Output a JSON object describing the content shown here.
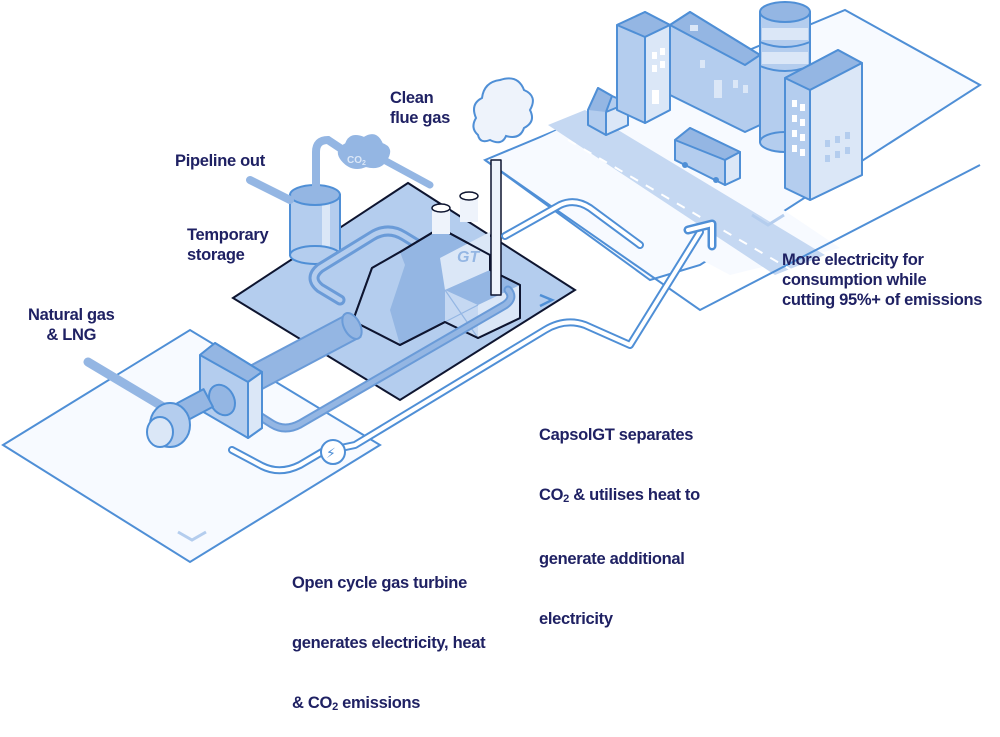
{
  "labels": {
    "clean_flue_gas": [
      "Clean",
      "flue gas"
    ],
    "pipeline_out": [
      "Pipeline out"
    ],
    "temporary_storage": [
      "Temporary",
      "storage"
    ],
    "natural_gas": [
      "Natural gas",
      "& LNG"
    ],
    "more_electricity": [
      "More electricity for",
      "consumption while",
      "cutting 95%+ of emissions"
    ],
    "capsolgt": {
      "line1": "CapsolGT separates",
      "line2_pre": "CO",
      "line2_sub": "2",
      "line2_post": " & utilises heat to",
      "line3": "generate additional",
      "line4": "electricity"
    },
    "open_cycle": {
      "line1": "Open cycle gas turbine",
      "line2": "generates electricity, heat",
      "line3_pre": "& CO",
      "line3_sub": "2",
      "line3_post": " emissions"
    }
  },
  "icons": {
    "co2_cloud_text": "CO",
    "co2_cloud_sub": "2",
    "gt_building_text": "GT",
    "lightning_glyph": "⚡"
  },
  "colors": {
    "text": "#1f2163",
    "line": "#4f8fd6",
    "fill_light": "#dbe7f7",
    "fill_mid": "#b4cdee",
    "fill_dark": "#94b6e3",
    "outline_dark": "#0e1530"
  }
}
